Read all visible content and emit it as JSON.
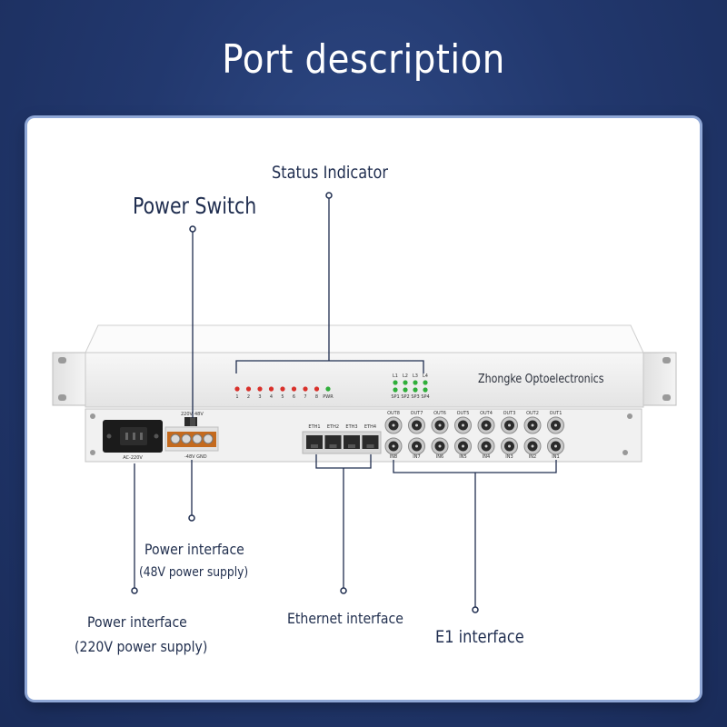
{
  "title": "Port description",
  "device": {
    "brand": "Zhongke Optoelectronics",
    "power_switch_markings": [
      "220V",
      "48V"
    ],
    "ac_label": "AC-220V",
    "dc_label": "-48V GND",
    "status_leds": [
      "1",
      "2",
      "3",
      "4",
      "5",
      "6",
      "7",
      "8",
      "PWR"
    ],
    "link_leds": [
      "L1",
      "L2",
      "L3",
      "L4"
    ],
    "speed_leds": [
      "SP1",
      "SP2",
      "SP3",
      "SP4"
    ],
    "eth_ports": [
      "ETH1",
      "ETH2",
      "ETH3",
      "ETH4"
    ],
    "e1_outputs": [
      "OUT8",
      "OUT7",
      "OUT6",
      "OUT5",
      "OUT4",
      "OUT3",
      "OUT2",
      "OUT1"
    ],
    "e1_inputs": [
      "IN8",
      "IN7",
      "IN6",
      "IN5",
      "IN4",
      "IN3",
      "IN2",
      "IN1"
    ]
  },
  "labels": {
    "status_indicator": "Status Indicator",
    "power_switch": "Power Switch",
    "power_48v_title": "Power interface",
    "power_48v_sub": "(48V power supply)",
    "power_220v_title": "Power interface",
    "power_220v_sub": "(220V power supply)",
    "ethernet": "Ethernet interface",
    "e1": "E1 interface"
  },
  "colors": {
    "background": "#22386e",
    "callout": "#1f2d4f",
    "led_red": "#d9302a",
    "led_green": "#2fae3a"
  }
}
